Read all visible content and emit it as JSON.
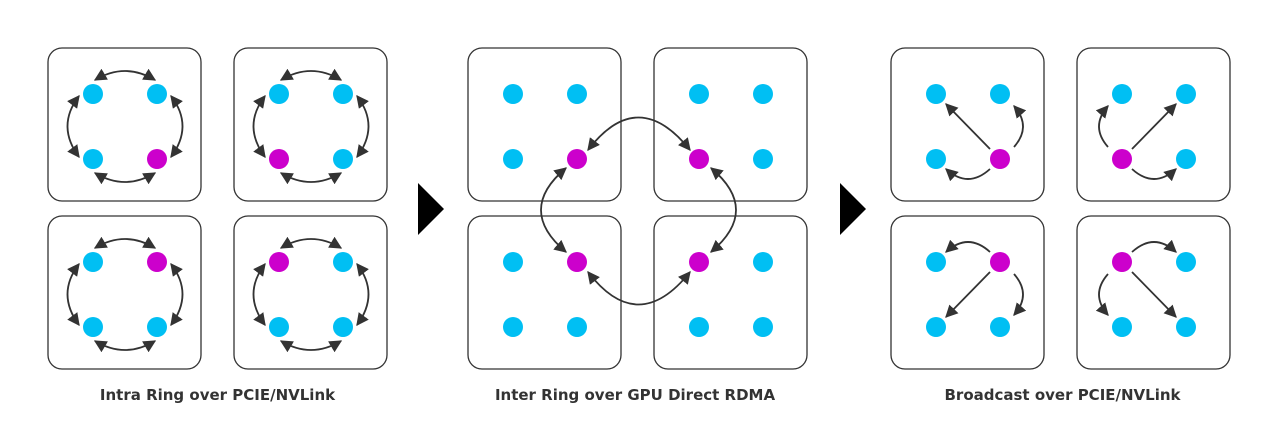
{
  "colors": {
    "background": "#ffffff",
    "box_border": "#333333",
    "arrow": "#333333",
    "gpu_node": "#00bff3",
    "root_node": "#cc00cc",
    "caption_text": "#333333"
  },
  "icons": [
    "step-arrow-icon",
    "step-arrow-icon"
  ],
  "panels": [
    {
      "caption": "Intra Ring over PCIE/NVLink",
      "boxes": [
        {
          "root": "bottom-right",
          "pattern": "ring"
        },
        {
          "root": "bottom-left",
          "pattern": "ring"
        },
        {
          "root": "top-right",
          "pattern": "ring"
        },
        {
          "root": "top-left",
          "pattern": "ring"
        }
      ]
    },
    {
      "caption": "Inter Ring over GPU Direct RDMA",
      "boxes": [
        {
          "root": "bottom-right",
          "pattern": "none"
        },
        {
          "root": "bottom-left",
          "pattern": "none"
        },
        {
          "root": "top-right",
          "pattern": "none"
        },
        {
          "root": "top-left",
          "pattern": "none"
        }
      ],
      "inter_ring": "roots connected in a ring across boxes"
    },
    {
      "caption": "Broadcast over PCIE/NVLink",
      "boxes": [
        {
          "root": "bottom-right",
          "pattern": "broadcast"
        },
        {
          "root": "bottom-left",
          "pattern": "broadcast"
        },
        {
          "root": "top-right",
          "pattern": "broadcast"
        },
        {
          "root": "top-left",
          "pattern": "broadcast"
        }
      ]
    }
  ]
}
